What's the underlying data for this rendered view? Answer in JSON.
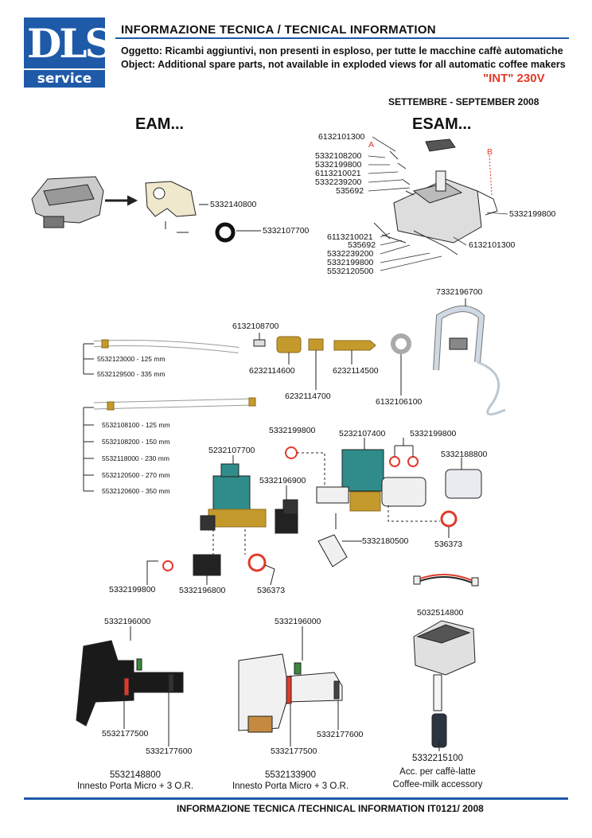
{
  "header": {
    "logo_top": "DLS",
    "logo_bottom": "service",
    "title": "INFORMAZIONE TECNICA / TECNICAL INFORMATION",
    "subject": "Oggetto: Ricambi aggiuntivi, non presenti in esploso, per tutte le macchine caffè automatiche",
    "object": "Object: Additional spare parts, not available in exploded views for all automatic coffee makers",
    "model": "\"INT\" 230V",
    "date": "SETTEMBRE - SEPTEMBER 2008"
  },
  "sections": {
    "eam": "EAM...",
    "esam": "ESAM..."
  },
  "eam_codes": {
    "c1": "5332140800",
    "c2": "5332107700"
  },
  "esam_codes": {
    "l1": "6132101300",
    "l2": "5332108200",
    "l3": "5332199800",
    "l4": "6113210021",
    "l5": "5332239200",
    "l6": "535692",
    "l7": "6113210021",
    "l8": "535692",
    "l9": "5332239200",
    "l10": "5332199800",
    "l11": "5532120500",
    "r1": "5332199800",
    "r2": "6132101300",
    "mA": "A",
    "mB": "B"
  },
  "fittings": {
    "c7332": "7332196700",
    "c61321087": "6132108700",
    "c6232114600": "6232114600",
    "c6232114700": "6232114700",
    "c6232114500": "6232114500",
    "c6132106100": "6132106100"
  },
  "tubes1": [
    "5532123000 - 125 mm",
    "5532129500 - 335 mm"
  ],
  "tubes2": [
    "5532108100 - 125 mm",
    "5532108200 - 150 mm",
    "5532118000 - 230 mm",
    "5532120500 - 270 mm",
    "5532120600 - 350 mm"
  ],
  "valve": {
    "v1": "5332199800",
    "v2": "5232107400",
    "v3": "5332199800",
    "v4": "5332188800",
    "v5": "5232107700",
    "v6": "5332196900",
    "v7": "5332180500",
    "v8": "536373",
    "v9": "5332199800",
    "v10": "5332196800",
    "v11": "536373",
    "cable": "5032514800"
  },
  "bottom": {
    "a1": "5332196000",
    "a2": "5532177500",
    "a3": "5332177600",
    "a_code": "5532148800",
    "a_desc": "Innesto Porta Micro + 3 O.R.",
    "b1": "5332196000",
    "b2": "5332177600",
    "b3": "5332177500",
    "b_code": "5532133900",
    "b_desc": "Innesto Porta Micro + 3 O.R.",
    "c_code": "5332215100",
    "c_desc1": "Acc. per caffè-latte",
    "c_desc2": "Coffee-milk accessory"
  },
  "footer": "INFORMAZIONE TECNICA /TECHNICAL INFORMATION IT0121/ 2008",
  "colors": {
    "brand": "#1e5aa8",
    "accent": "#e23a2a"
  }
}
